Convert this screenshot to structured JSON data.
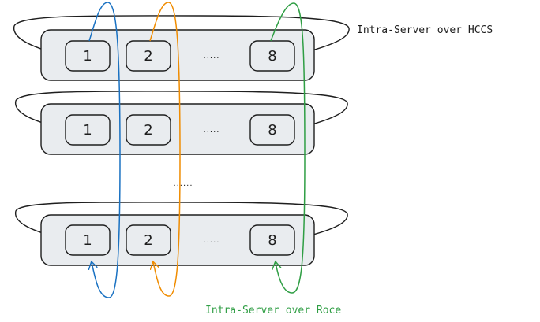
{
  "colors": {
    "ink": "#1e1e1e",
    "box_fill": "#e9ecef",
    "ring_1": "#1971c2",
    "ring_2": "#f08c00",
    "ring_8": "#2f9e44"
  },
  "labels": {
    "intra_hccs": "Intra-Server over HCCS",
    "inter_roce": "Intra-Server over Roce"
  },
  "servers": [
    {
      "npus": [
        "1",
        "2",
        "8"
      ],
      "gap": "....."
    },
    {
      "npus": [
        "1",
        "2",
        "8"
      ],
      "gap": "....."
    },
    {
      "npus": [
        "1",
        "2",
        "8"
      ],
      "gap": "....."
    }
  ],
  "vertical_gap": "......"
}
